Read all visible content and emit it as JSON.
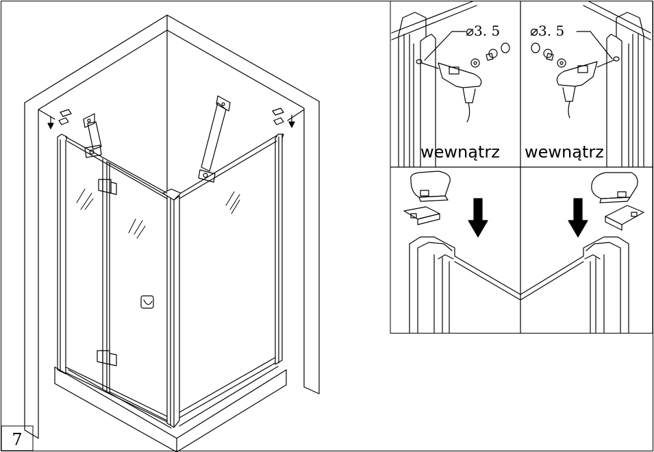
{
  "step": {
    "number": "7"
  },
  "detail_top_left": {
    "drill_label": "⌀3. 5",
    "side_label": "wewnątrz"
  },
  "detail_top_right": {
    "drill_label": "⌀3. 5",
    "side_label": "wewnątrz"
  },
  "colors": {
    "line": "#000000",
    "background": "#ffffff"
  },
  "icons": [
    "arrow-down-icon",
    "drill-icon",
    "screw-icon",
    "cap-icon",
    "bracket-icon",
    "hinge-icon",
    "handle-icon"
  ]
}
